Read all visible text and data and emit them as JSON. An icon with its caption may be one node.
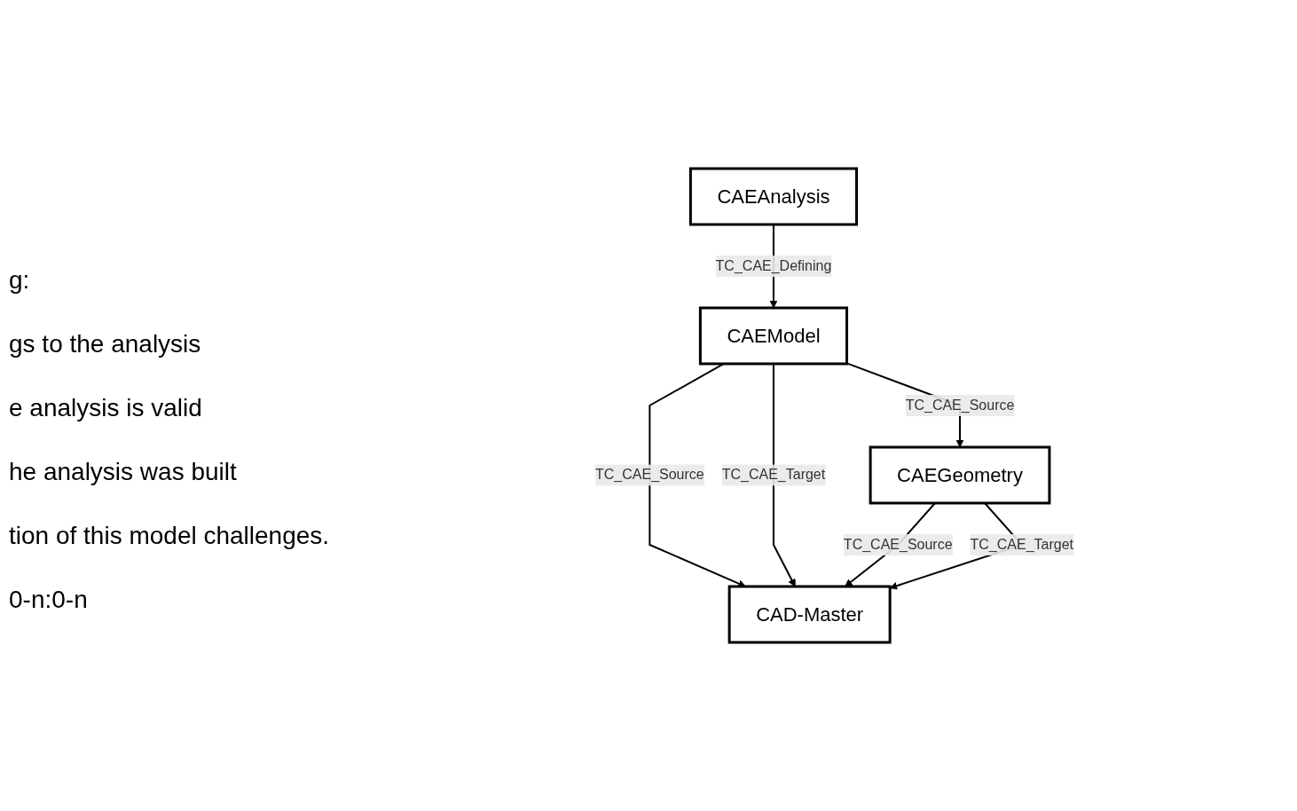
{
  "diagram": {
    "nodes": [
      {
        "text": [
          "CAEAnalysis"
        ]
      },
      {
        "text": [
          "CAEModel"
        ]
      },
      {
        "text": [
          "CAD-Master"
        ]
      },
      {
        "text": [
          "CAEGeometry"
        ]
      }
    ],
    "edges": [
      {
        "from": 0,
        "to": 1,
        "arrow": "to",
        "label": "TC_CAE_Defining"
      },
      {
        "from": 1,
        "to": 2,
        "arrow": "to",
        "label": "TC_CAE_Source"
      },
      {
        "from": 1,
        "to": 2,
        "arrow": "to",
        "label": "TC_CAE_Target"
      },
      {
        "from": 1,
        "to": 3,
        "arrow": "to",
        "label": "TC_CAE_Source"
      },
      {
        "from": 3,
        "to": 2,
        "arrow": "to",
        "label": "TC_CAE_Source"
      },
      {
        "from": 3,
        "to": 2,
        "arrow": "to",
        "label": "TC_CAE_Target"
      }
    ],
    "labels": [
      "g:",
      "gs to the analysis",
      "e analysis is valid",
      "he analysis was built",
      "tion of this model challenges.",
      "0-n:0-n"
    ]
  }
}
